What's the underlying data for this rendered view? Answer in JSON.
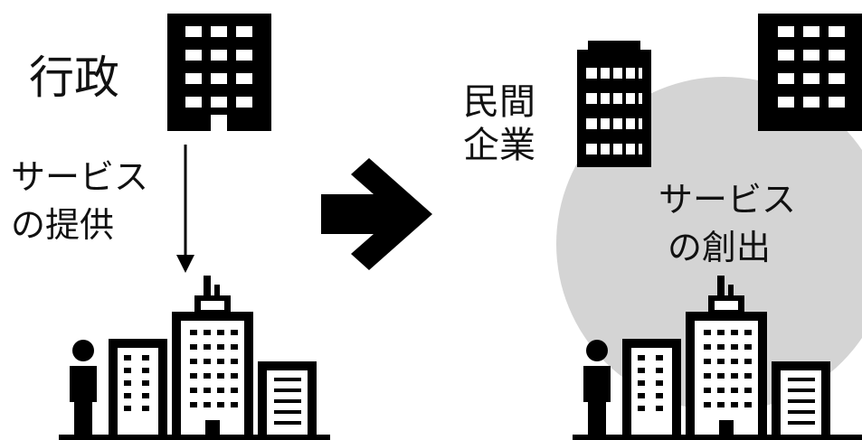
{
  "left": {
    "gov_label": "行政",
    "service_line1": "サービス",
    "service_line2": "の提供"
  },
  "right": {
    "corp_line1": "民間",
    "corp_line2": "企業",
    "create_line1": "サービス",
    "create_line2": "の創出"
  },
  "colors": {
    "ink": "#000000",
    "circle": "#d4d4d4",
    "background": "#ffffff"
  },
  "icons": {
    "government": "office-building-icon",
    "corporations": "office-building-icon",
    "community": "person-and-city-buildings-icon",
    "transition": "right-arrow-icon",
    "flow": "down-arrow-icon"
  }
}
